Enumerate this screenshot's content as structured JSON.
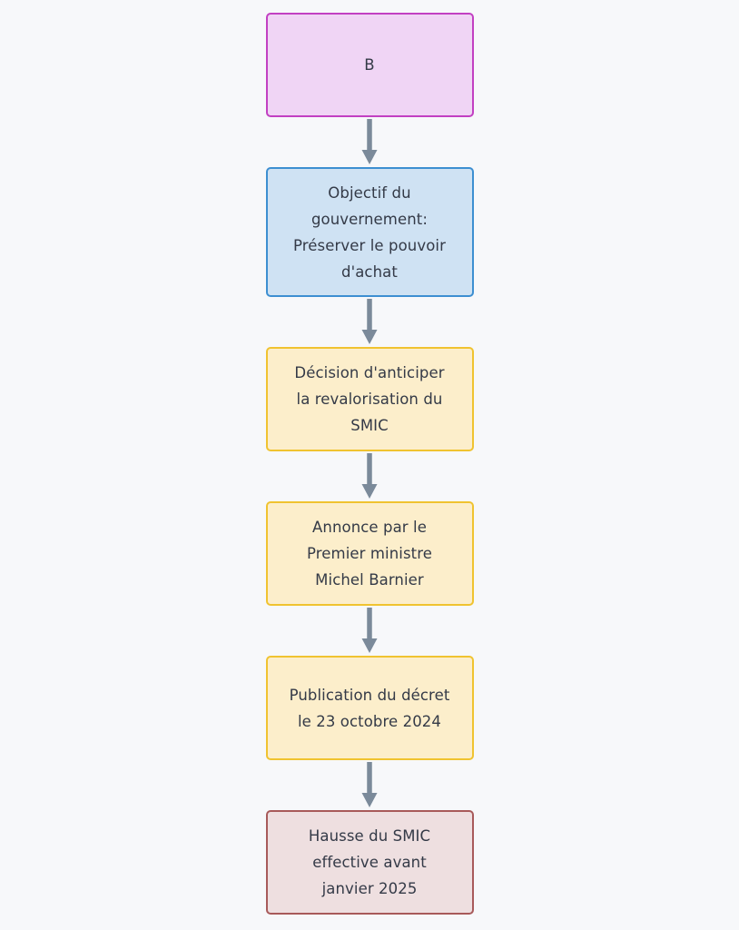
{
  "diagram": {
    "type": "flowchart",
    "orientation": "top-to-bottom",
    "background_color": "#f7f8fa",
    "text_color": "#343a47",
    "connector_color": "#7b8a9a",
    "nodes": [
      {
        "id": "B",
        "label": "B",
        "shape": "rectangle",
        "fill_color": "#f0d5f5",
        "border_color": "#c240c2"
      },
      {
        "id": "objectif",
        "label": "Objectif du\ngouvernement:\nPréserver le pouvoir\nd'achat",
        "shape": "rectangle",
        "fill_color": "#cfe2f3",
        "border_color": "#3d8fd1"
      },
      {
        "id": "decision",
        "label": "Décision d'anticiper\nla revalorisation du\nSMIC",
        "shape": "rectangle",
        "fill_color": "#fceecb",
        "border_color": "#f0c330"
      },
      {
        "id": "annonce",
        "label": "Annonce par le\nPremier ministre\nMichel Barnier",
        "shape": "rectangle",
        "fill_color": "#fceecb",
        "border_color": "#f0c330"
      },
      {
        "id": "publication",
        "label": "Publication du décret\nle 23 octobre 2024",
        "shape": "rectangle",
        "fill_color": "#fceecb",
        "border_color": "#f0c330"
      },
      {
        "id": "hausse",
        "label": "Hausse du SMIC\neffective avant\njanvier 2025",
        "shape": "rectangle",
        "fill_color": "#eedfe0",
        "border_color": "#a85a5a"
      }
    ],
    "edges": [
      {
        "from": "B",
        "to": "objectif",
        "label": "",
        "arrow": "down-arrow-icon"
      },
      {
        "from": "objectif",
        "to": "decision",
        "label": "",
        "arrow": "down-arrow-icon"
      },
      {
        "from": "decision",
        "to": "annonce",
        "label": "",
        "arrow": "down-arrow-icon"
      },
      {
        "from": "annonce",
        "to": "publication",
        "label": "",
        "arrow": "down-arrow-icon"
      },
      {
        "from": "publication",
        "to": "hausse",
        "label": "",
        "arrow": "down-arrow-icon"
      }
    ]
  }
}
